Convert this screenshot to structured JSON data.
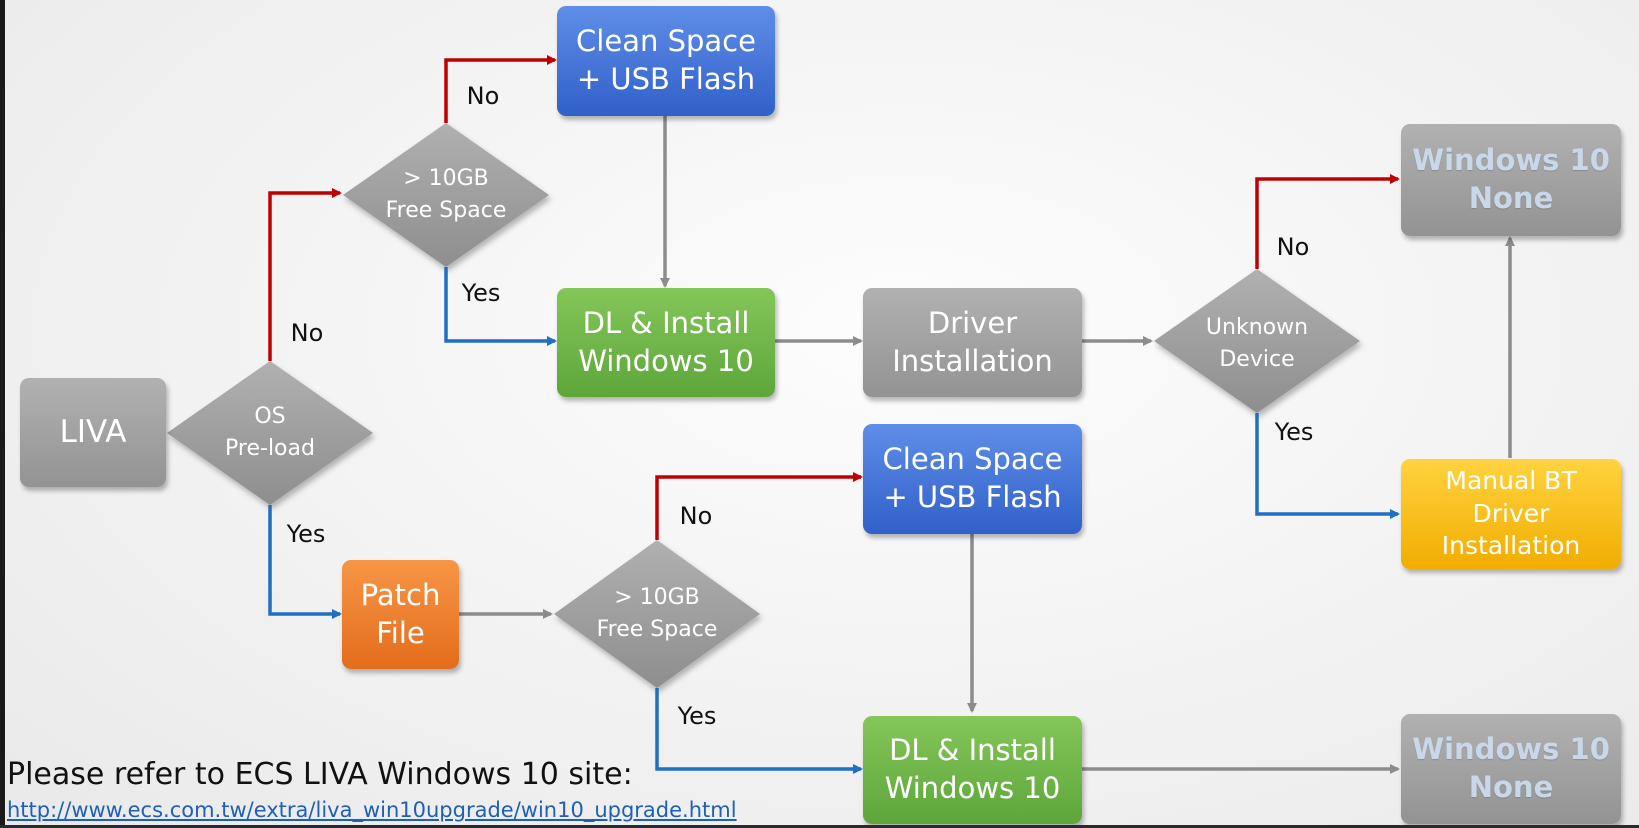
{
  "nodes": {
    "liva": "LIVA",
    "os_preload": "OS\nPre-load",
    "free_space_top": "> 10GB\nFree Space",
    "clean_space_top": "Clean Space\n+ USB Flash",
    "dl_install_top": "DL & Install\nWindows 10",
    "driver_installation": "Driver\nInstallation",
    "unknown_device": "Unknown\nDevice",
    "windows10_none_top": "Windows 10\nNone",
    "manual_bt": "Manual BT\nDriver Installation",
    "patch_file": "Patch\nFile",
    "free_space_bottom": "> 10GB\nFree Space",
    "clean_space_bottom": "Clean Space\n+ USB Flash",
    "dl_install_bottom": "DL & Install\nWindows 10",
    "windows10_none_bottom": "Windows 10\nNone"
  },
  "edge_labels": {
    "os_no": "No",
    "os_yes": "Yes",
    "free_top_no": "No",
    "free_top_yes": "Yes",
    "free_bottom_no": "No",
    "free_bottom_yes": "Yes",
    "unknown_no": "No",
    "unknown_yes": "Yes"
  },
  "footer": {
    "note": "Please refer to ECS LIVA Windows 10 site:",
    "link": "http://www.ecs.com.tw/extra/liva_win10upgrade/win10_upgrade.html"
  },
  "colors": {
    "no_line": "#c00000",
    "yes_line": "#1f6fc5",
    "flow_line": "#8c8c8c",
    "diamond": "#9a9a9a"
  }
}
